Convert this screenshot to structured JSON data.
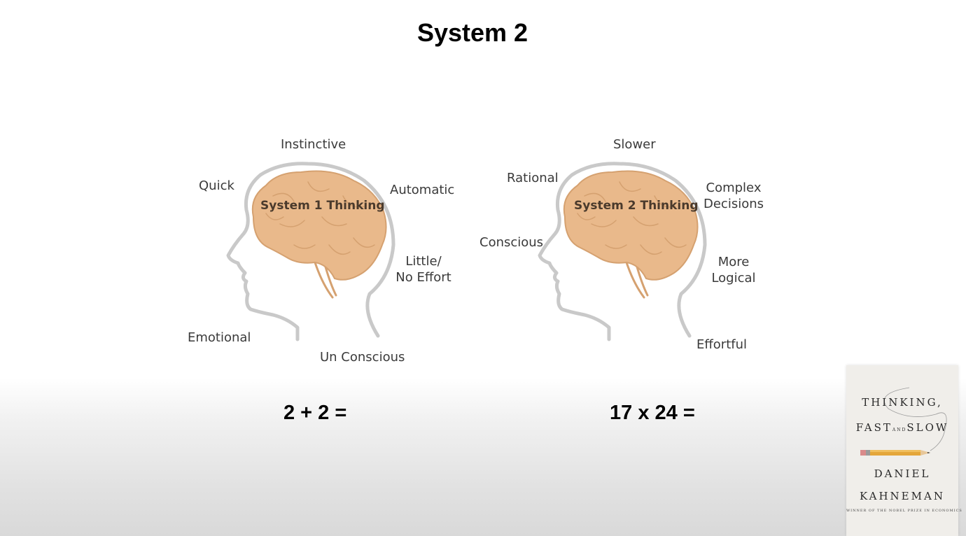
{
  "slide": {
    "title": "System 2"
  },
  "system1": {
    "inside_label": "System 1 Thinking",
    "labels": {
      "top": "Instinctive",
      "upper_left": "Quick",
      "upper_right": "Automatic",
      "right_1": "Little/",
      "right_2": "No Effort",
      "lower_left": "Emotional",
      "bottom": "Un Conscious"
    },
    "equation": "2 + 2 ="
  },
  "system2": {
    "inside_label": "System 2 Thinking",
    "labels": {
      "top": "Slower",
      "upper_left": "Rational",
      "left": "Conscious",
      "upper_right_1": "Complex",
      "upper_right_2": "Decisions",
      "right_1": "More",
      "right_2": "Logical",
      "lower_right": "Effortful"
    },
    "equation": "17 x 24 ="
  },
  "book": {
    "title_1": "THINKING,",
    "title_2_a": "FAST",
    "title_2_and": "AND",
    "title_2_b": "SLOW",
    "author_1": "DANIEL",
    "author_2": "KAHNEMAN",
    "tagline": "WINNER OF THE NOBEL PRIZE IN ECONOMICS"
  },
  "colors": {
    "brain_fill": "#e9b98b",
    "brain_outline": "#d5a170",
    "head_outline": "#c9c9c9"
  }
}
